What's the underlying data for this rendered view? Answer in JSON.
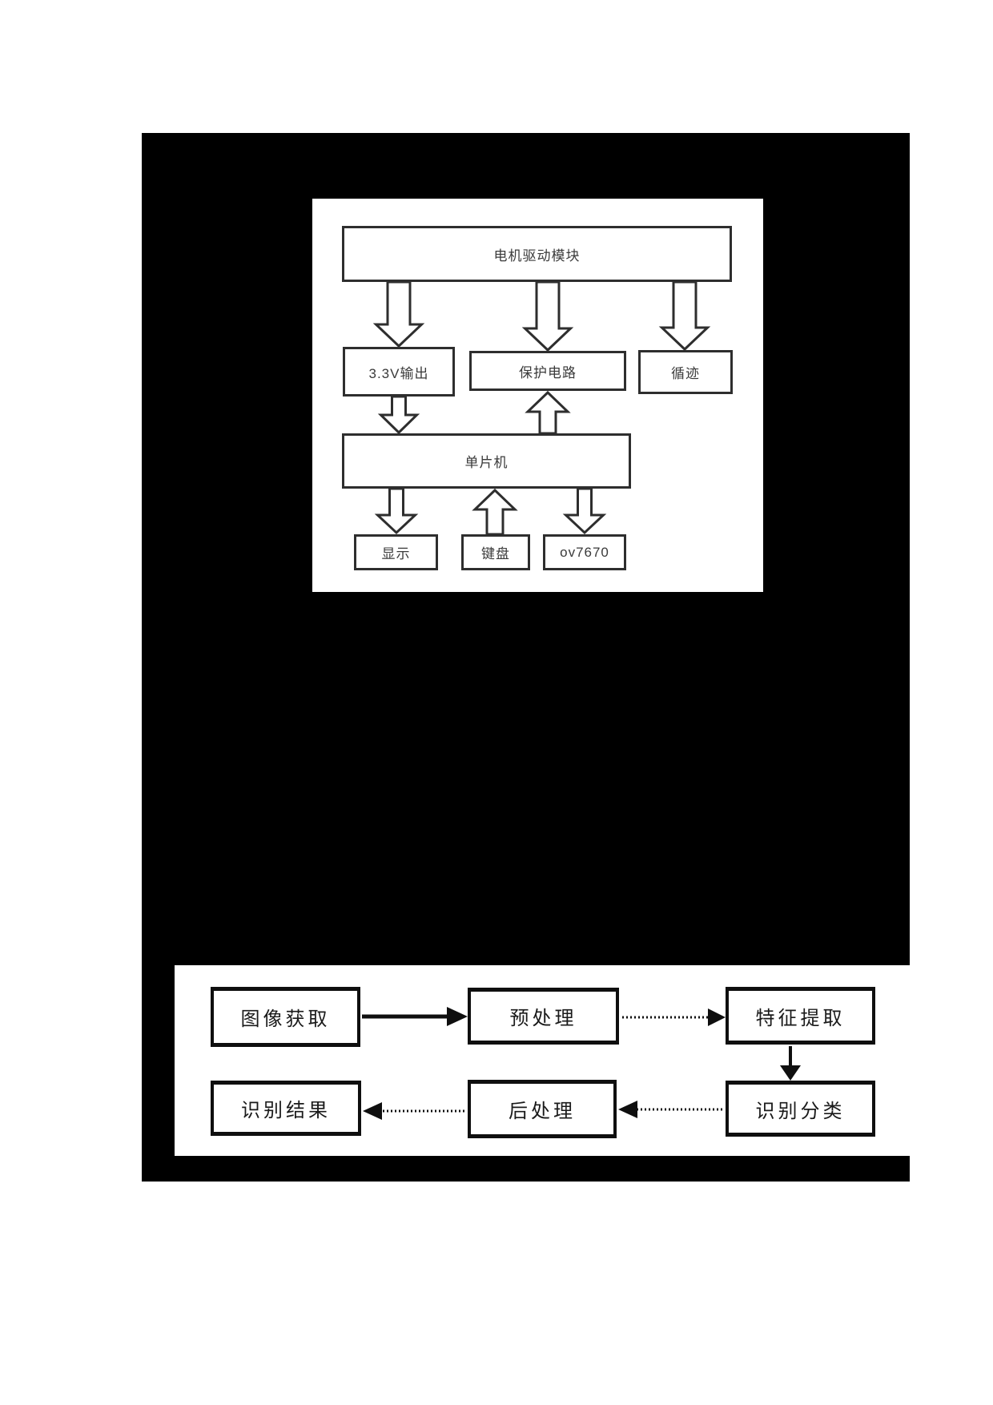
{
  "colors": {
    "page_background": "#ffffff",
    "figure_background": "#000000",
    "hardware_outline": "#2e2e2e",
    "flowchart_outline": "#0f0f0f"
  },
  "hardware_diagram": {
    "motor_driver": "电机驱动模块",
    "v33_output": "3.3V输出",
    "protection_circuit": "保护电路",
    "line_tracking": "循迹",
    "mcu": "单片机",
    "display": "显示",
    "keyboard": "键盘",
    "camera": "ov7670"
  },
  "recognition_flowchart": {
    "image_capture": "图像获取",
    "preprocessing": "预处理",
    "feature_extraction": "特征提取",
    "recognition_result": "识别结果",
    "postprocessing": "后处理",
    "classification": "识别分类"
  }
}
